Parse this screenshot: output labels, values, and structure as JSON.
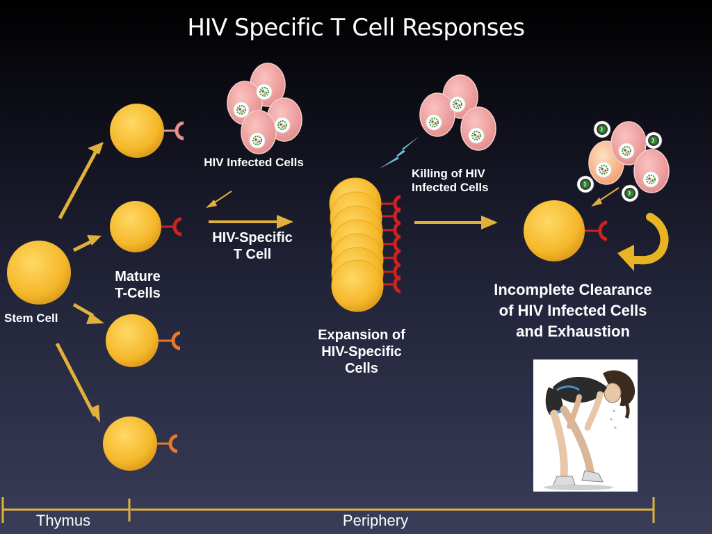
{
  "title": "HIV Specific T Cell Responses",
  "labels": {
    "hiv_infected_cells": "HIV Infected Cells",
    "killing": "Killing of HIV\nInfected Cells",
    "hiv_specific_t_cell": "HIV-Specific\nT Cell",
    "mature_t_cells": "Mature\nT-Cells",
    "stem_cell": "Stem Cell",
    "expansion": "Expansion of\nHIV-Specific\nCells",
    "incomplete_clearance": "Incomplete Clearance\nof HIV Infected Cells\nand Exhaustion"
  },
  "timeline": {
    "thymus": "Thymus",
    "periphery": "Periphery"
  },
  "colors": {
    "t_cell": "#f5b82a",
    "infected_cell": "#f0a0a0",
    "virus": "#2d8a2d",
    "receptor_red": "#cc2222",
    "receptor_orange": "#e8782a",
    "receptor_pink": "#e89090",
    "arrow": "#e2b13c",
    "timeline": "#e2b13c",
    "lightning": "#66c2d4"
  },
  "illustration": "exhausted-runner"
}
